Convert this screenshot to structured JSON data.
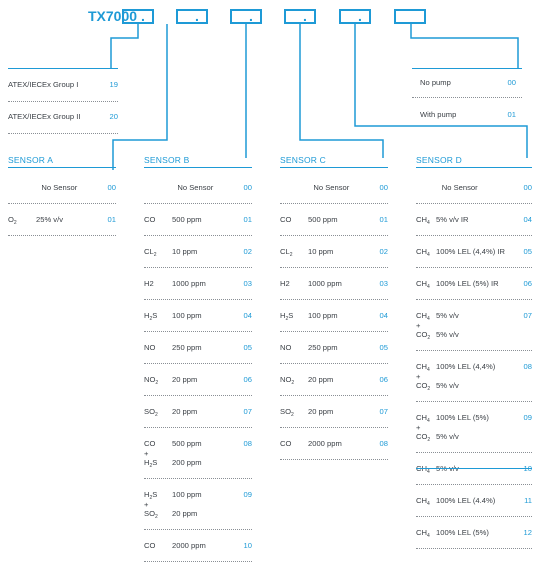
{
  "title": "TX7000",
  "dot": ".",
  "group": {
    "rows": [
      {
        "label": "ATEX/IECEx Group I",
        "code": "19"
      },
      {
        "label": "ATEX/IECEx Group II",
        "code": "20"
      }
    ]
  },
  "pump": {
    "rows": [
      {
        "label": "No pump",
        "code": "00"
      },
      {
        "label": "With pump",
        "code": "01"
      }
    ]
  },
  "sensor_a": {
    "header": "SENSOR A",
    "rows": [
      {
        "gas": "No Sensor",
        "value": "",
        "code": "00"
      },
      {
        "gas": "O",
        "sub": "2",
        "value": "25% v/v",
        "code": "01"
      }
    ]
  },
  "sensor_b": {
    "header": "SENSOR B",
    "rows": [
      {
        "gas": "No Sensor",
        "value": "",
        "code": "00"
      },
      {
        "gas": "CO",
        "value": "500 ppm",
        "code": "01"
      },
      {
        "gas": "CL",
        "sub": "2",
        "value": "10 ppm",
        "code": "02"
      },
      {
        "gas": "H2",
        "value": "1000 ppm",
        "code": "03"
      },
      {
        "gas": "H",
        "sub": "2",
        "gas_after": "S",
        "value": "100 ppm",
        "code": "04"
      },
      {
        "gas": "NO",
        "value": "250 ppm",
        "code": "05"
      },
      {
        "gas": "NO",
        "sub": "2",
        "value": "20 ppm",
        "code": "06"
      },
      {
        "gas": "SO",
        "sub": "2",
        "value": "20 ppm",
        "code": "07"
      },
      {
        "gas": "CO",
        "value": "500 ppm",
        "plus": "+",
        "gas2": "H",
        "sub2": "2",
        "gas2_after": "S",
        "value2": "200 ppm",
        "code": "08"
      },
      {
        "gas": "H",
        "sub": "2",
        "gas_after": "S",
        "value": "100 ppm",
        "plus": "+",
        "gas2": "SO",
        "sub2": "2",
        "value2": "20 ppm",
        "code": "09"
      },
      {
        "gas": "CO",
        "value": "2000 ppm",
        "code": "10"
      }
    ]
  },
  "sensor_c": {
    "header": "SENSOR C",
    "rows": [
      {
        "gas": "No Sensor",
        "value": "",
        "code": "00"
      },
      {
        "gas": "CO",
        "value": "500 ppm",
        "code": "01"
      },
      {
        "gas": "CL",
        "sub": "2",
        "value": "10 ppm",
        "code": "02"
      },
      {
        "gas": "H2",
        "value": "1000 ppm",
        "code": "03"
      },
      {
        "gas": "H",
        "sub": "2",
        "gas_after": "S",
        "value": "100 ppm",
        "code": "04"
      },
      {
        "gas": "NO",
        "value": "250 ppm",
        "code": "05"
      },
      {
        "gas": "NO",
        "sub": "2",
        "value": "20 ppm",
        "code": "06"
      },
      {
        "gas": "SO",
        "sub": "2",
        "value": "20 ppm",
        "code": "07"
      },
      {
        "gas": "CO",
        "value": "2000 ppm",
        "code": "08"
      }
    ]
  },
  "sensor_d": {
    "header": "SENSOR D",
    "rows": [
      {
        "gas": "No Sensor",
        "value": "",
        "code": "00"
      },
      {
        "gas": "CH",
        "sub": "4",
        "value": "5% v/v IR",
        "code": "04"
      },
      {
        "gas": "CH",
        "sub": "4",
        "value": "100% LEL (4,4%) IR",
        "code": "05"
      },
      {
        "gas": "CH",
        "sub": "4",
        "value": "100% LEL (5%) IR",
        "code": "06"
      },
      {
        "gas": "CH",
        "sub": "4",
        "value": "5% v/v",
        "plus": "+",
        "gas2": "CO",
        "sub2": "2",
        "value2": "5% v/v",
        "code": "07"
      },
      {
        "gas": "CH",
        "sub": "4",
        "value": "100% LEL (4,4%)",
        "plus": "+",
        "gas2": "CO",
        "sub2": "2",
        "value2": "5% v/v",
        "code": "08"
      },
      {
        "gas": "CH",
        "sub": "4",
        "value": "100% LEL (5%)",
        "plus": "+",
        "gas2": "CO",
        "sub2": "2",
        "value2": "5% v/v",
        "code": "09"
      },
      {
        "gas": "CH",
        "sub": "4",
        "value": "5% v/v",
        "code": "10"
      },
      {
        "gas": "CH",
        "sub": "4",
        "value": "100% LEL (4.4%)",
        "code": "11"
      },
      {
        "gas": "CH",
        "sub": "4",
        "value": "100% LEL (5%)",
        "code": "12"
      }
    ]
  }
}
